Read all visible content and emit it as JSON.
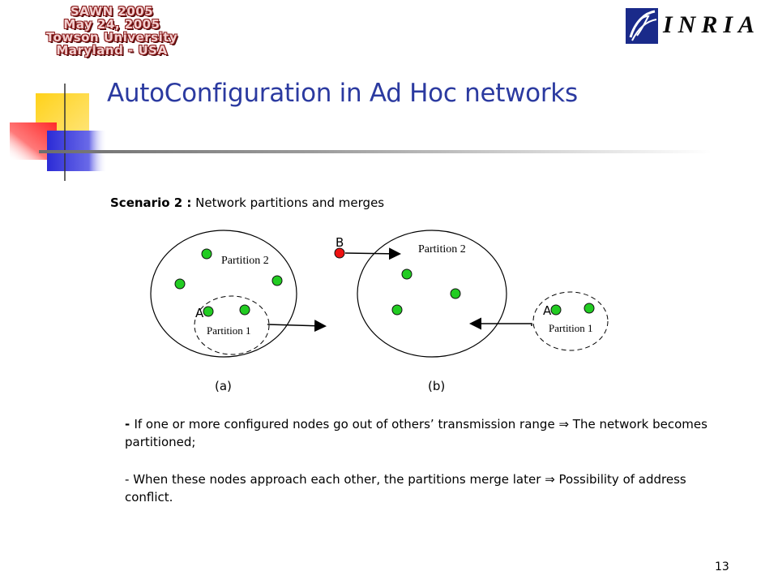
{
  "badge": {
    "line1": "SAWN 2005",
    "line2": "May 24, 2005",
    "line3": "Towson University",
    "line4": "Maryland - USA"
  },
  "logo": {
    "text": "INRIA"
  },
  "slide": {
    "title": "AutoConfiguration in Ad Hoc networks",
    "scenario_label": "Scenario 2 :",
    "scenario_text": " Network partitions and merges",
    "page_number": "13"
  },
  "diagram": {
    "a": {
      "outer_label": "Partition 2",
      "inner_label": "Partition 1",
      "node_label": "A",
      "caption": "(a)"
    },
    "b": {
      "outer_label": "Partition 2",
      "inner_label": "Partition 1",
      "node_a_label": "A",
      "node_b_label": "B",
      "caption": "(b)"
    },
    "colors": {
      "node_green": "#22cc22",
      "node_red": "#ee1111"
    }
  },
  "bullets": [
    {
      "lead": "- ",
      "text_before": "If one or more configured nodes go out of others’ transmission range ",
      "symbol": "⇒",
      "text_after": " The network becomes partitioned;"
    },
    {
      "lead": "- ",
      "text_before": "When these nodes approach each other, the partitions merge later ",
      "symbol": "⇒",
      "text_after": "  Possibility of address conflict."
    }
  ]
}
